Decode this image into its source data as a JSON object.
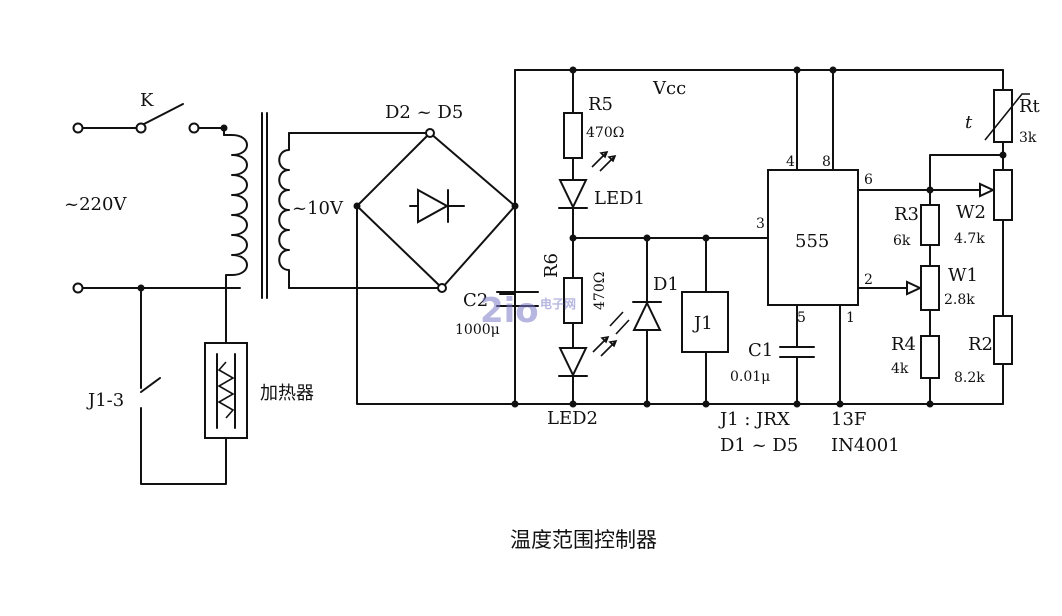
{
  "caption": "温度范围控制器",
  "watermark": "电子网",
  "supply": {
    "mains": "~220V",
    "switch": "K",
    "secondary": "~10V",
    "vcc": "Vcc"
  },
  "bridge": {
    "label": "D2 ~ D5"
  },
  "capacitors": [
    {
      "ref": "C2",
      "value": "1000μ"
    },
    {
      "ref": "C1",
      "value": "0.01μ"
    }
  ],
  "resistors": [
    {
      "ref": "R5",
      "value": "470Ω"
    },
    {
      "ref": "R6",
      "value": "470Ω"
    },
    {
      "ref": "R3",
      "value": "6k"
    },
    {
      "ref": "R4",
      "value": "4k"
    },
    {
      "ref": "R2",
      "value": "8.2k"
    },
    {
      "ref": "Rt",
      "value": "3k"
    }
  ],
  "potentiometers": [
    {
      "ref": "W2",
      "value": "4.7k"
    },
    {
      "ref": "W1",
      "value": "2.8k"
    }
  ],
  "leds": [
    "LED1",
    "LED2"
  ],
  "diode": "D1",
  "relay": {
    "coil": "J1",
    "contact": "J1-3"
  },
  "heater": "加热器",
  "ic": {
    "name": "555",
    "pins": {
      "p1": "1",
      "p2": "2",
      "p3": "3",
      "p4": "4",
      "p5": "5",
      "p6": "6",
      "p8": "8"
    }
  },
  "notes": {
    "relay_line": "J1 : JRX",
    "relay_model": "13F",
    "diode_line": "D1 ~ D5",
    "diode_model": "IN4001"
  },
  "thermistor_mark": "t"
}
